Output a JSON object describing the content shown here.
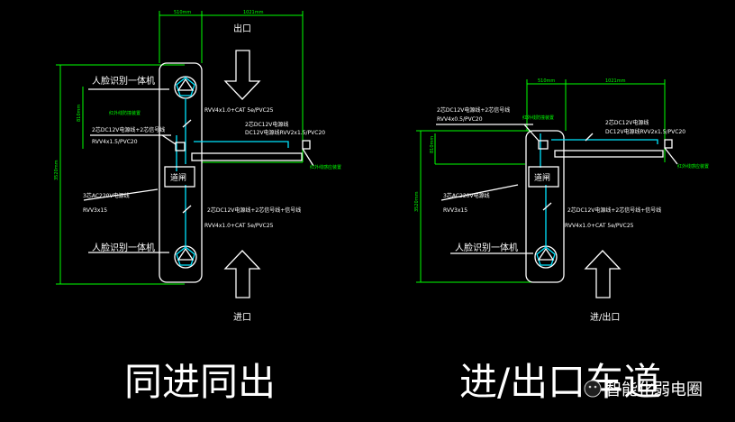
{
  "left": {
    "dim_top_a": "510mm",
    "dim_top_b": "1021mm",
    "dim_left_outer": "3520mm",
    "dim_left_inner": "810mm",
    "label_exit": "出口",
    "label_entry": "进口",
    "reader_top": "人脸识别一体机",
    "reader_bottom": "人脸识别一体机",
    "cable_top": "RVV4x1.0+CAT 5e/PVC25",
    "cable_lock_1": "2芯DC12V电源线",
    "cable_lock_2": "DC12V电源线RVV2x1.5/PVC20",
    "lock_note": "红外线防撞装置",
    "gate_note": "红外线感应装置",
    "cable_left_1": "2芯DC12V电源线+2芯信号线",
    "cable_left_2": "RVV4x1.5/PVC20",
    "gate_label": "道闸",
    "power_1": "3芯AC220V电源线",
    "power_2": "RVV3x15",
    "cable_bottom_1": "2芯DC12V电源线+2芯信号线+信号线",
    "cable_bottom_2": "RVV4x1.0+CAT 5e/PVC25",
    "caption": "同进同出"
  },
  "right": {
    "dim_top_a": "510mm",
    "dim_top_b": "1021mm",
    "dim_left_outer": "3520mm",
    "dim_left_inner": "810mm",
    "label_entry_exit": "进/出口",
    "reader": "人脸识别一体机",
    "cable_left_1": "2芯DC12V电源线+2芯信号线",
    "cable_left_2": "RVV4x0.5/PVC20",
    "lock_note": "红外线防撞装置",
    "cable_lock_1": "2芯DC12V电源线",
    "cable_lock_2": "DC12V电源线RVV2x1.5/PVC20",
    "gate_note": "红外线感应装置",
    "gate_label": "道闸",
    "power_1": "3芯AC220V电源线",
    "power_2": "RVV3x15",
    "cable_bottom_1": "2芯DC12V电源线+2芯信号线+信号线",
    "cable_bottom_2": "RVV4x1.0+CAT 5e/PVC25",
    "caption": "进/出口车道"
  },
  "watermark": "智能化弱电圈"
}
